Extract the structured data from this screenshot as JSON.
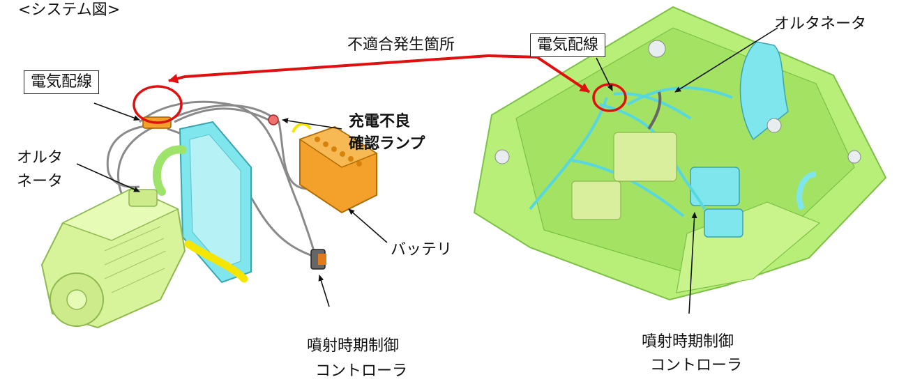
{
  "title": "<システム図>",
  "defect_location": "不適合発生箇所",
  "left": {
    "wiring": "電気配線",
    "alternator_line1": "オルタ",
    "alternator_line2": "ネータ",
    "lamp_line1": "充電不良",
    "lamp_line2": "確認ランプ",
    "battery": "バッテリ",
    "controller_line1": "噴射時期制御",
    "controller_line2": "コントローラ"
  },
  "right": {
    "wiring": "電気配線",
    "alternator": "オルタネータ",
    "controller_line1": "噴射時期制御",
    "controller_line2": "コントローラ"
  },
  "colors": {
    "highlight": "#e01010",
    "engine": "#d8f49a",
    "radiator": "#7fe6ee",
    "battery": "#f3a12a",
    "frame": "#b8ef78"
  }
}
